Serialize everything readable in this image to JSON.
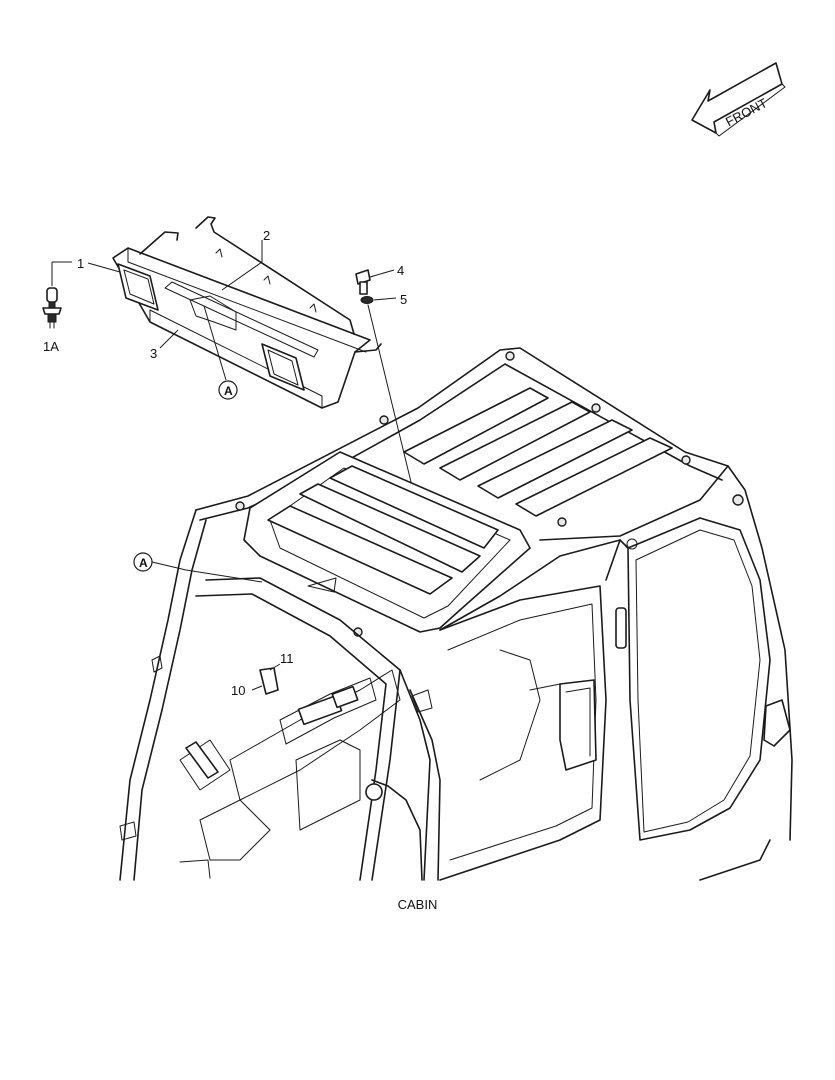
{
  "orientation": {
    "front_label": "FRONT",
    "icon": "arrow-left-icon"
  },
  "callouts": {
    "c1": "1",
    "c1a": "1A",
    "c2": "2",
    "c3": "3",
    "c4": "4",
    "c5": "5",
    "c10": "10",
    "c11": "11",
    "ref_a_top": "A",
    "ref_a_left": "A"
  },
  "caption": "CABIN"
}
